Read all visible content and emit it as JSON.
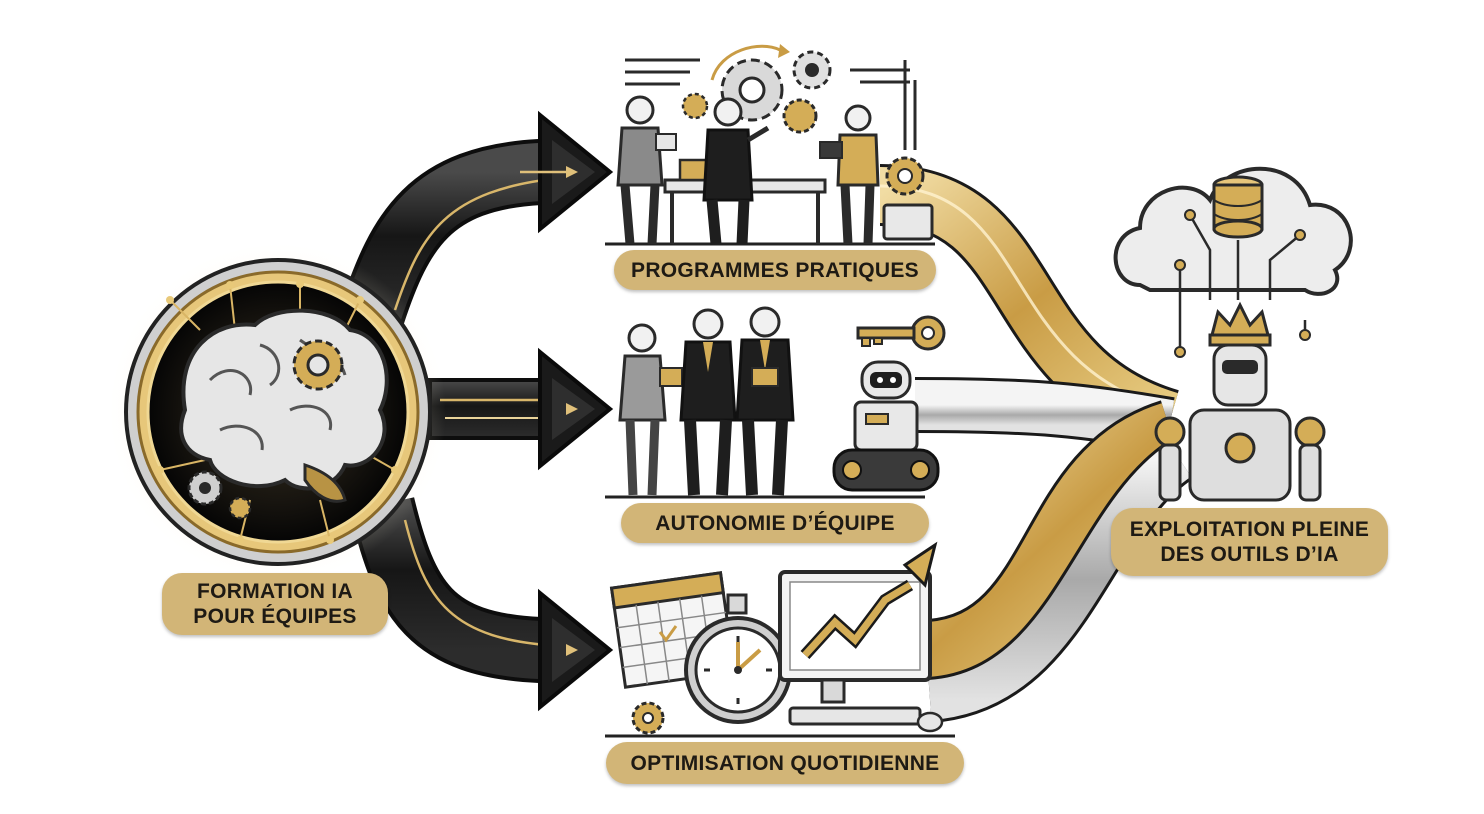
{
  "diagram": {
    "source": {
      "label": "FORMATION IA\nPOUR ÉQUIPES",
      "icon": "brain-icon"
    },
    "branches": [
      {
        "label": "PROGRAMMES PRATIQUES",
        "icon": "workshop-team-icon"
      },
      {
        "label": "AUTONOMIE D’ÉQUIPE",
        "icon": "business-team-robot-icon"
      },
      {
        "label": "OPTIMISATION QUOTIDIENNE",
        "icon": "calendar-stopwatch-chart-icon"
      }
    ],
    "target": {
      "label": "EXPLOITATION PLEINE\nDES OUTILS D’IA",
      "icon": "robot-king-cloud-icon"
    }
  },
  "colors": {
    "gold": "#d2b577",
    "gold_dark": "#b8923f",
    "black": "#1b1b1b",
    "silver": "#c9c9c9",
    "label_text": "#1e1a14"
  }
}
